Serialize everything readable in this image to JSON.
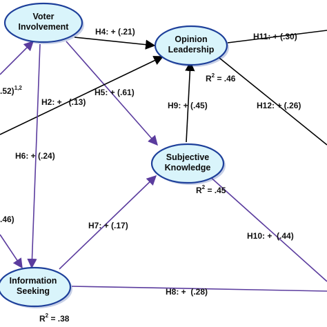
{
  "colors": {
    "node_fill": "#d9f4fb",
    "node_stroke": "#1d3f9a",
    "arrow_black": "#000000",
    "arrow_purple": "#5b3c9e"
  },
  "nodes": {
    "voter": {
      "line1": "Voter",
      "line2": "Involvement"
    },
    "opinion": {
      "line1": "Opinion",
      "line2": "Leadership"
    },
    "subjective": {
      "line1": "Subjective",
      "line2": "Knowledge"
    },
    "info": {
      "line1": "Information",
      "line2": "Seeking"
    }
  },
  "paths": {
    "h4": "H4: + (.21)",
    "h5": "H5: + (.61)",
    "h2": "H2: +   (.13)",
    "h6": "H6: + (.24)",
    "h7": "H7: + (.17)",
    "h9": "H9: + (.45)",
    "h11": "H11: + (.30)",
    "h12": "H12: + (.26)",
    "h10": "H10: +  (.44)",
    "h8": "H8: +  (.28)",
    "left_partial_top": ".52)",
    "left_partial_top_sup": "1,2",
    "left_partial_bottom": ".46)"
  },
  "r_squared": {
    "opinion": {
      "prefix": "R",
      "sup": "2",
      "value": " = .46"
    },
    "subjective": {
      "prefix": "R",
      "sup": "2",
      "value": " = .45"
    },
    "info": {
      "prefix": "R",
      "sup": "2",
      "value": " = .38"
    }
  }
}
